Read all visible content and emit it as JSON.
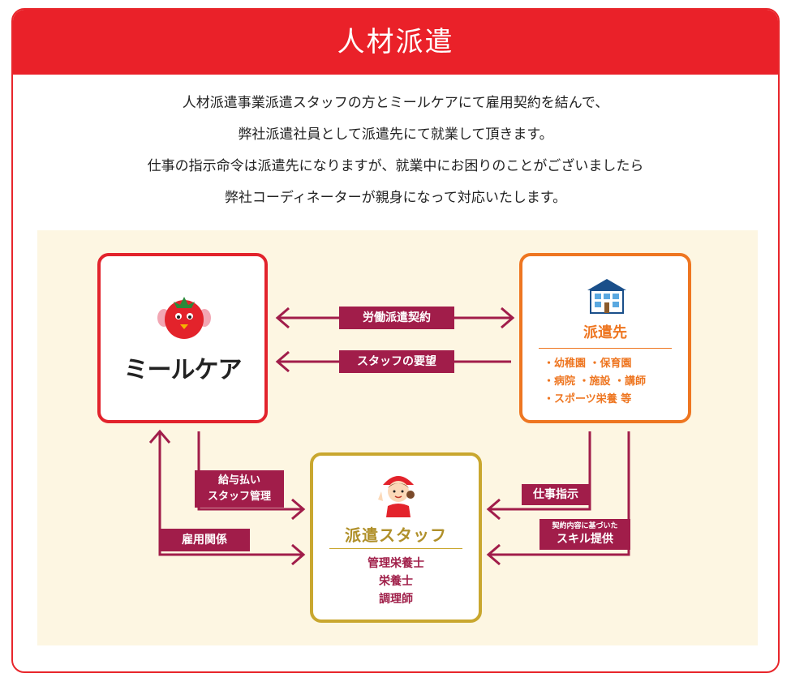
{
  "header": {
    "title": "人材派遣"
  },
  "intro": {
    "lines": [
      "人材派遣事業派遣スタッフの方とミールケアにて雇用契約を結んで、",
      "弊社派遣社員として派遣先にて就業して頂きます。",
      "仕事の指示命令は派遣先になりますが、就業中にお困りのことがございましたら",
      "弊社コーディネーターが親身になって対応いたします。"
    ]
  },
  "mealcare": {
    "logo_text": "ミールケア",
    "mascot_icon": "tomato-mascot-icon"
  },
  "haken": {
    "title": "派遣先",
    "building_icon": "building-icon",
    "items": [
      "・幼稚園 ・保育園",
      "・病院 ・施設 ・講師",
      "・スポーツ栄養 等"
    ]
  },
  "staff": {
    "title": "派遣スタッフ",
    "person_icon": "staff-person-icon",
    "items": [
      "管理栄養士",
      "栄養士",
      "調理師"
    ]
  },
  "labels": {
    "roudou": "労働派遣契約",
    "youbou": "スタッフの要望",
    "kyuyo_1": "給与払い",
    "kyuyo_2": "スタッフ管理",
    "koyou": "雇用関係",
    "shiji": "仕事指示",
    "skill_small": "契約内容に基づいた",
    "skill_big": "スキル提供"
  },
  "colors": {
    "header_red": "#ea2129",
    "arrow": "#a11d4a",
    "mealcare_border": "#e2232c",
    "haken_orange": "#ee7621",
    "staff_gold": "#c9a72f",
    "diagram_bg": "#fdf6e2"
  }
}
